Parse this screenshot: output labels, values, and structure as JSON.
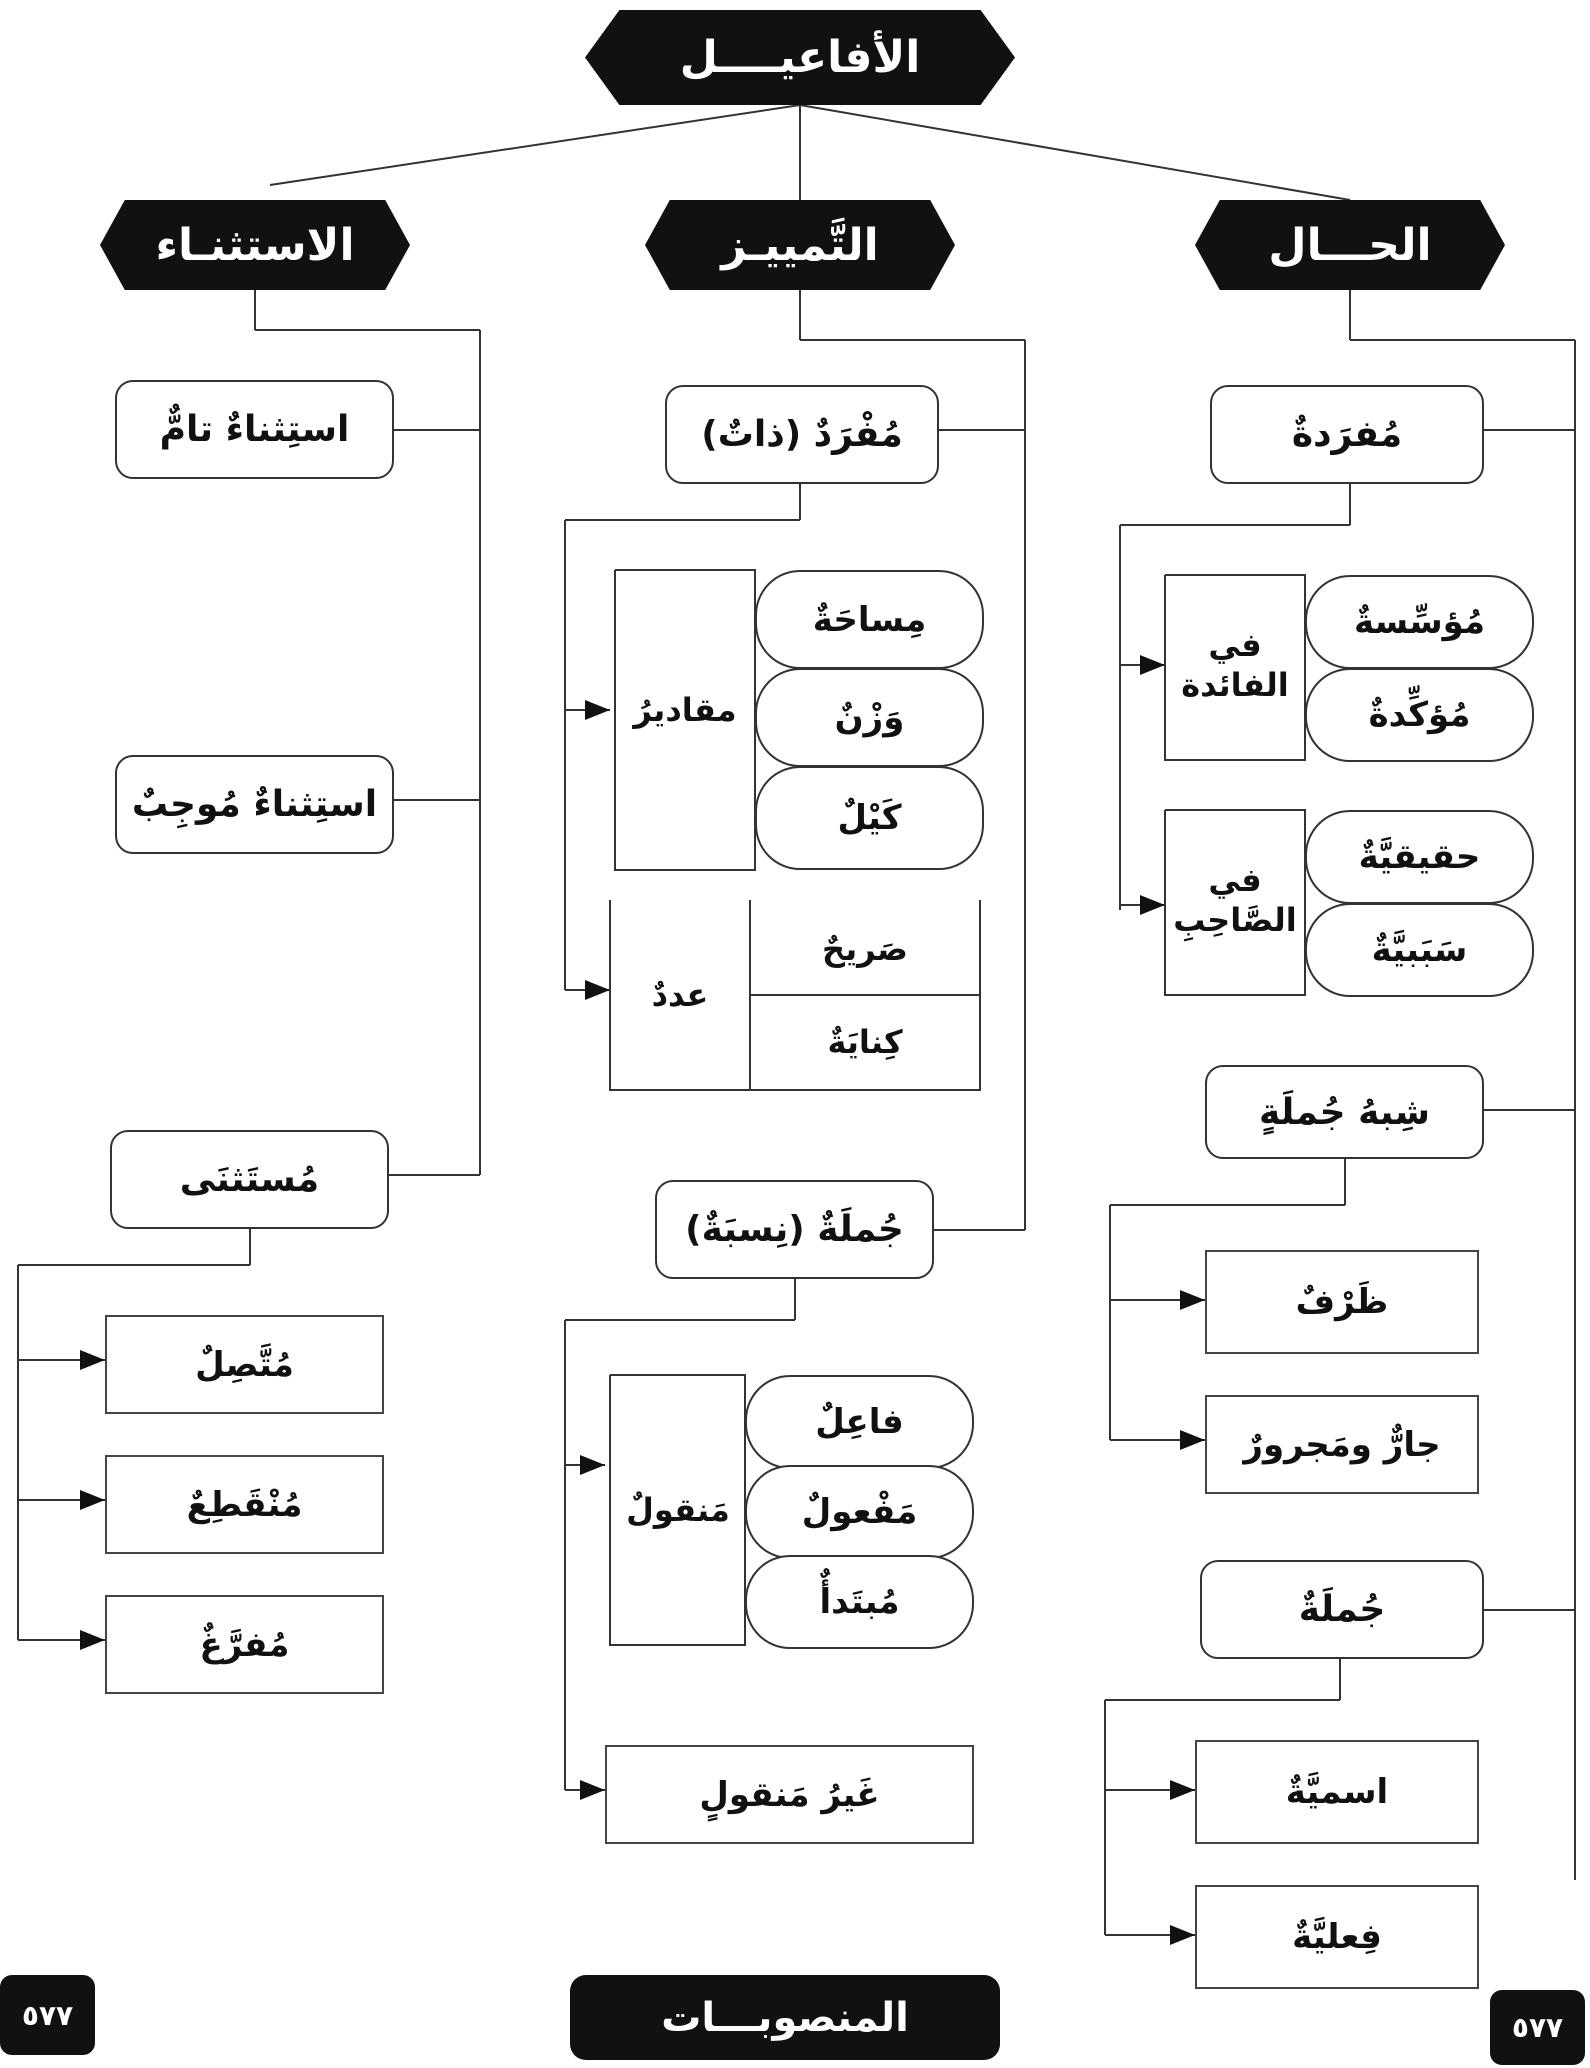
{
  "title": "الأفاعيــــل",
  "branches": {
    "hal": "الحـــال",
    "tamyiz": "التَّمييـز",
    "istithna": "الاستثنـاء"
  },
  "hal": {
    "mufrada": "مُفرَدةٌ",
    "fi_alfaida": "في الفائدة",
    "muassisa": "مُؤسِّسةٌ",
    "muakkida": "مُؤكِّدةٌ",
    "fi_assahib": "في الصَّاحِبِ",
    "haqiqiyya": "حقيقيَّةٌ",
    "sababiyya": "سَبَبيَّةٌ",
    "shibh_jumla": "شِبهُ جُملَةٍ",
    "zarf": "ظَرْفٌ",
    "jar_majrur": "جارٌّ ومَجرورٌ",
    "jumla": "جُملَةٌ",
    "ismiyya": "اسميَّةٌ",
    "filiyya": "فِعليَّةٌ"
  },
  "tamyiz": {
    "mufrad_dhat": "مُفْرَدٌ (ذاتٌ)",
    "maqadir": "مقاديرُ",
    "misaha": "مِساحَةٌ",
    "wazn": "وَزْنٌ",
    "kayl": "كَيْلٌ",
    "adad": "عددٌ",
    "sarih": "صَريحٌ",
    "kinaya": "كِنايَةٌ",
    "jumla_nisba": "جُملَةٌ (نِسبَةٌ)",
    "manqul": "مَنقولٌ",
    "fail": "فاعِلٌ",
    "maful": "مَفْعولٌ",
    "mubtada": "مُبتَدأٌ",
    "ghayr_manqul": "غَيرُ مَنقولٍ"
  },
  "istithna": {
    "tamm": "استِثناءٌ تامٌّ",
    "mujab": "استِثناءٌ مُوجِبٌ",
    "mustathna": "مُستَثنَى",
    "muttasil": "مُتَّصِلٌ",
    "munqati": "مُنْقَطِعٌ",
    "mufarragh": "مُفرَّغٌ"
  },
  "footer": "المنصوبـــات",
  "page_numbers": {
    "left": "٥٧٧",
    "right": "٥٧٧"
  },
  "colors": {
    "banner": "#111111",
    "line": "#333333",
    "background": "#ffffff"
  }
}
